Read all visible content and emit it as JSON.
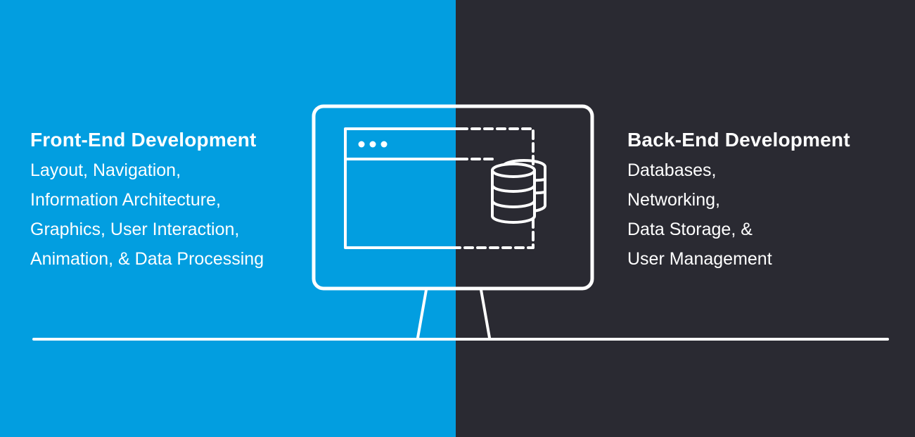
{
  "colors": {
    "front_end_background": "#029ee0",
    "back_end_background": "#2a2a32",
    "line": "#ffffff"
  },
  "front_end": {
    "title": "Front-End Development",
    "items": [
      "Layout, Navigation,",
      "Information Architecture,",
      "Graphics, User Interaction,",
      "Animation, & Data Processing"
    ]
  },
  "back_end": {
    "title": "Back-End Development",
    "items": [
      "Databases,",
      "Networking,",
      "Data Storage, &",
      "User Management"
    ]
  },
  "icons": {
    "monitor": "monitor-icon",
    "browser_window": "browser-window-icon",
    "database": "database-icon"
  }
}
